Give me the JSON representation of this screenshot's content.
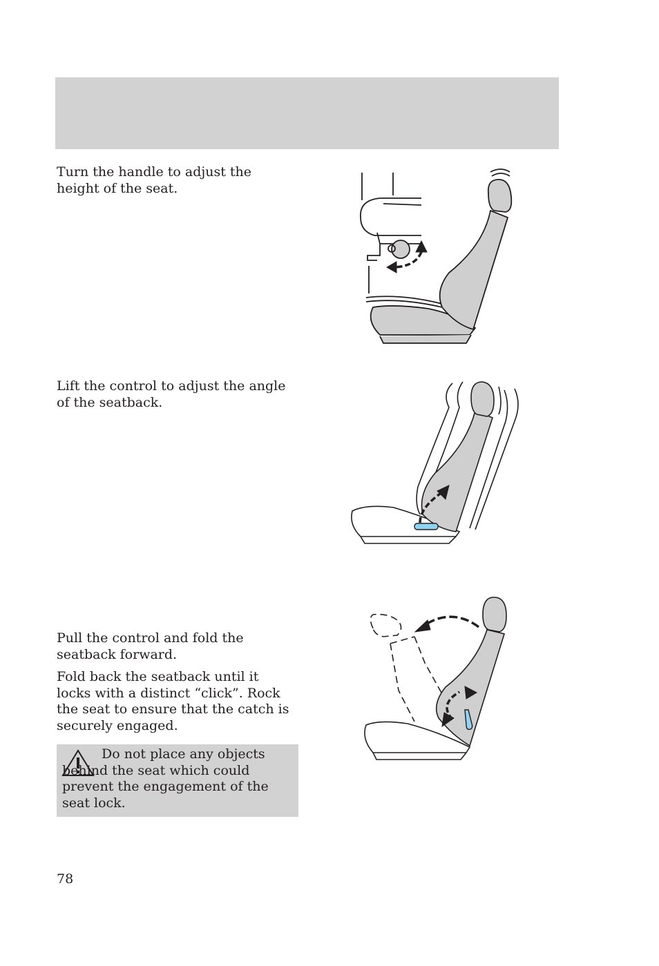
{
  "header": {
    "bar_color": "#d2d2d2"
  },
  "sections": [
    {
      "text": "Turn the handle to adjust the height of the seat."
    },
    {
      "text": "Lift the control to adjust the angle of the seatback."
    },
    {
      "text": "Pull the control and fold the seatback forward."
    },
    {
      "text": "Fold back the seatback until it locks with a distinct “click”. Rock the seat to ensure that the catch is securely engaged."
    }
  ],
  "warning": {
    "icon": "warning-triangle-icon",
    "text": "Do not place any objects behind the seat which could prevent the engagement of the seat lock."
  },
  "figures": {
    "seat_fill_color": "#cfcfcf",
    "lever_color": "#8fd3f0"
  },
  "page_number": "78"
}
